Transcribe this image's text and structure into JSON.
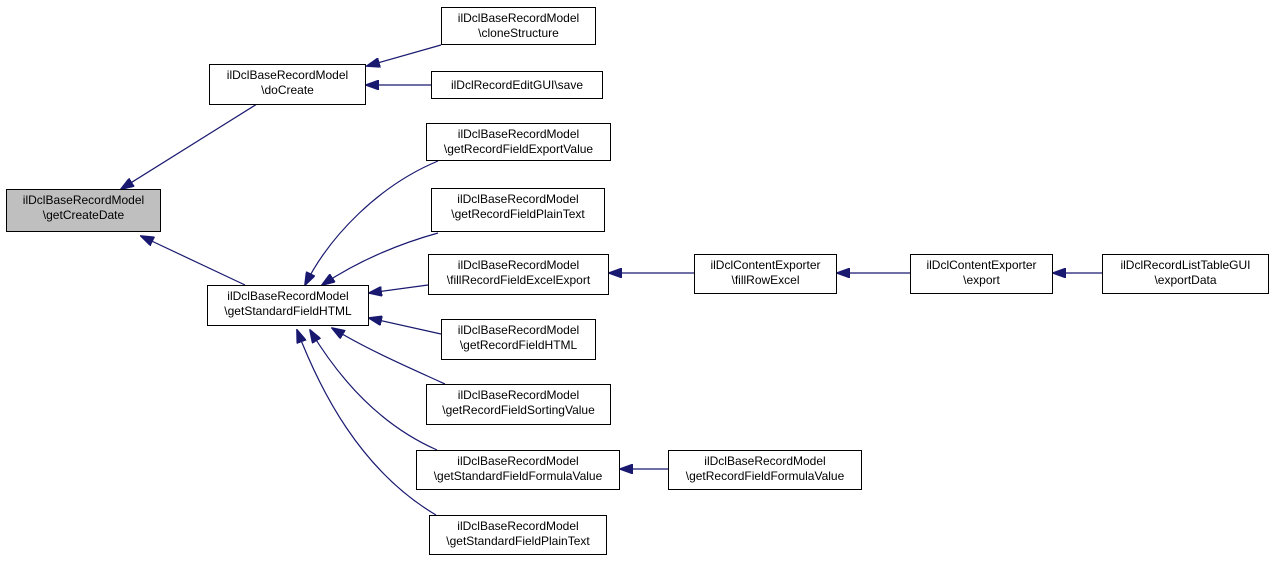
{
  "colors": {
    "edge": "#191970",
    "current_fill": "#bfbfbf",
    "node_border": "#000000"
  },
  "nodes": {
    "get_create_date": {
      "line1": "ilDclBaseRecordModel",
      "line2": "\\getCreateDate"
    },
    "do_create": {
      "line1": "ilDclBaseRecordModel",
      "line2": "\\doCreate"
    },
    "clone_structure": {
      "line1": "ilDclBaseRecordModel",
      "line2": "\\cloneStructure"
    },
    "record_edit_save": {
      "line1": "ilDclRecordEditGUI\\save",
      "line2": ""
    },
    "get_standard_field_html": {
      "line1": "ilDclBaseRecordModel",
      "line2": "\\getStandardFieldHTML"
    },
    "get_record_field_export_value": {
      "line1": "ilDclBaseRecordModel",
      "line2": "\\getRecordFieldExportValue"
    },
    "get_record_field_plain_text": {
      "line1": "ilDclBaseRecordModel",
      "line2": "\\getRecordFieldPlainText"
    },
    "fill_record_field_excel_export": {
      "line1": "ilDclBaseRecordModel",
      "line2": "\\fillRecordFieldExcelExport"
    },
    "get_record_field_html": {
      "line1": "ilDclBaseRecordModel",
      "line2": "\\getRecordFieldHTML"
    },
    "get_record_field_sorting_value": {
      "line1": "ilDclBaseRecordModel",
      "line2": "\\getRecordFieldSortingValue"
    },
    "get_standard_field_formula_value": {
      "line1": "ilDclBaseRecordModel",
      "line2": "\\getStandardFieldFormulaValue"
    },
    "get_standard_field_plain_text": {
      "line1": "ilDclBaseRecordModel",
      "line2": "\\getStandardFieldPlainText"
    },
    "fill_row_excel": {
      "line1": "ilDclContentExporter",
      "line2": "\\fillRowExcel"
    },
    "content_exporter_export": {
      "line1": "ilDclContentExporter",
      "line2": "\\export"
    },
    "record_list_export_data": {
      "line1": "ilDclRecordListTableGUI",
      "line2": "\\exportData"
    },
    "get_record_field_formula_value": {
      "line1": "ilDclBaseRecordModel",
      "line2": "\\getRecordFieldFormulaValue"
    }
  }
}
